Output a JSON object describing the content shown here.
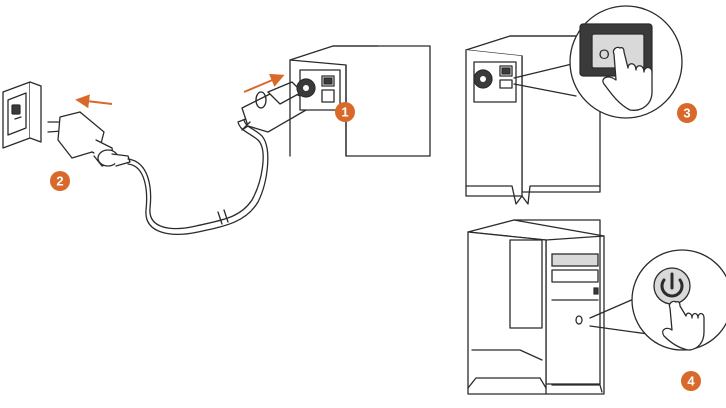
{
  "colors": {
    "accent": "#d9692a",
    "line": "#2b2b2b",
    "panel": "#d9d9d9"
  },
  "steps": [
    {
      "label": "1"
    },
    {
      "label": "2"
    },
    {
      "label": "3"
    },
    {
      "label": "4"
    }
  ],
  "switch_label": "O –",
  "icons": [
    "wall-outlet-icon",
    "power-plug-icon",
    "power-cord-icon",
    "psu-switch-icon",
    "power-button-icon",
    "hand-pointer-icon"
  ]
}
